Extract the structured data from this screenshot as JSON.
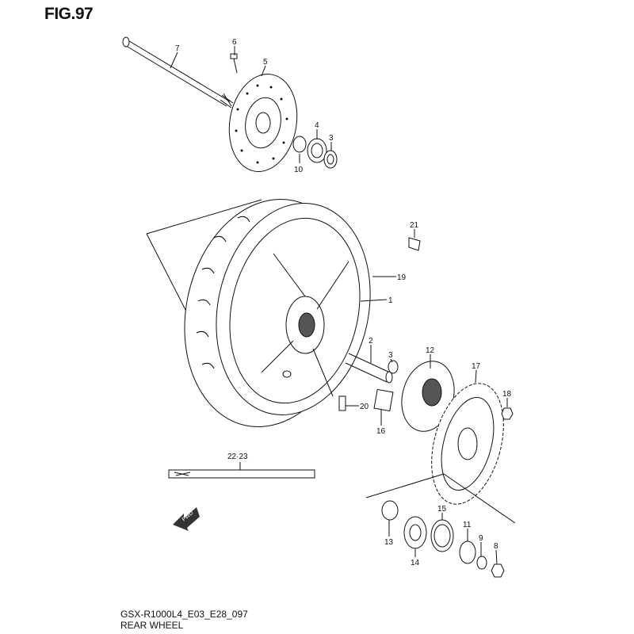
{
  "title": "FIG.97",
  "model_code": "GSX-R1000L4_E03_E28_097",
  "section": "REAR WHEEL",
  "fwd_marker": "FWD",
  "callouts": {
    "c7": "7",
    "c6": "6",
    "c5": "5",
    "c4": "4",
    "c3a": "3",
    "c10": "10",
    "c21": "21",
    "c19": "19",
    "c1": "1",
    "c2": "2",
    "c3b": "3",
    "c12": "12",
    "c17": "17",
    "c18": "18",
    "c20": "20",
    "c16": "16",
    "c22_23": "22·23",
    "c15": "15",
    "c11": "11",
    "c13": "13",
    "c9": "9",
    "c8": "8",
    "c14": "14"
  }
}
